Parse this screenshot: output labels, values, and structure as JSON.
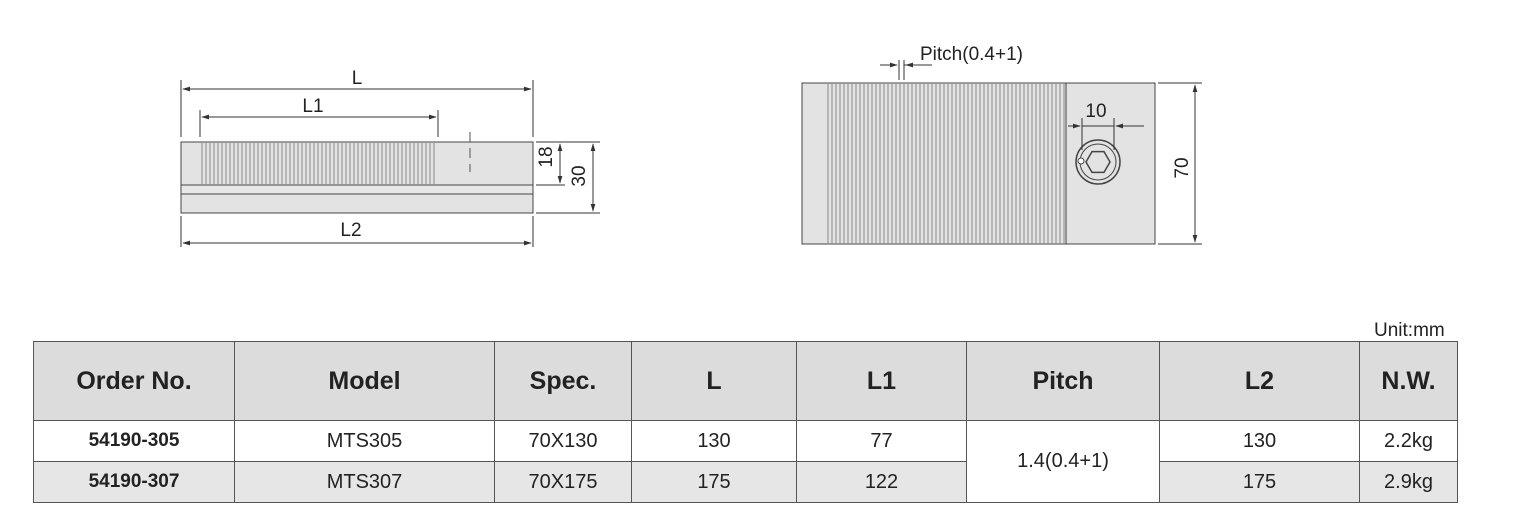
{
  "side_view": {
    "dim_L": "L",
    "dim_L1": "L1",
    "dim_L2": "L2",
    "dim_18": "18",
    "dim_30": "30"
  },
  "top_view": {
    "dim_pitch": "Pitch(0.4+1)",
    "dim_10": "10",
    "dim_70": "70"
  },
  "unit_label": "Unit:mm",
  "table": {
    "headers": [
      "Order No.",
      "Model",
      "Spec.",
      "L",
      "L1",
      "Pitch",
      "L2",
      "N.W."
    ],
    "rows": [
      {
        "order": "54190-305",
        "model": "MTS305",
        "spec": "70X130",
        "L": "130",
        "L1": "77",
        "L2": "130",
        "nw": "2.2kg"
      },
      {
        "order": "54190-307",
        "model": "MTS307",
        "spec": "70X175",
        "L": "175",
        "L1": "122",
        "L2": "175",
        "nw": "2.9kg"
      }
    ],
    "pitch_value": "1.4(0.4+1)"
  },
  "colors": {
    "block_fill": "#e3e3e3",
    "line": "#333333",
    "header_bg": "#dcdcdc"
  }
}
